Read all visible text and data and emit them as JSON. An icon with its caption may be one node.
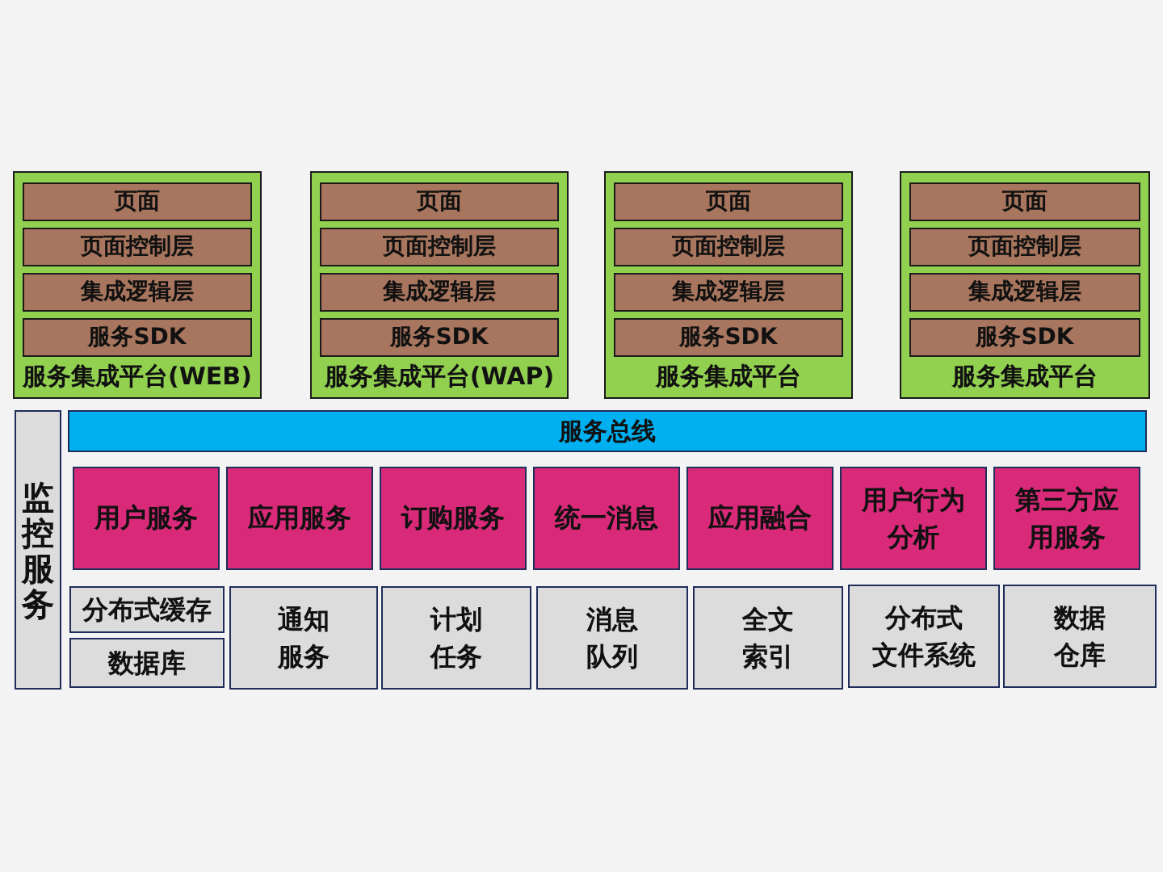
{
  "diagram": {
    "nodes": [
      {
        "text": [
          "服务集成平台(WEB)"
        ]
      },
      {
        "text": [
          "页面"
        ],
        "in": 0
      },
      {
        "text": [
          "页面控制层"
        ],
        "in": 0
      },
      {
        "text": [
          "集成逻辑层"
        ],
        "in": 0
      },
      {
        "text": [
          "服务SDK"
        ],
        "in": 0
      },
      {
        "text": [
          "服务集成平台(WAP)"
        ]
      },
      {
        "text": [
          "页面"
        ],
        "in": 5
      },
      {
        "text": [
          "页面控制层"
        ],
        "in": 5
      },
      {
        "text": [
          "集成逻辑层"
        ],
        "in": 5
      },
      {
        "text": [
          "服务SDK"
        ],
        "in": 5
      },
      {
        "text": [
          "服务集成平台"
        ]
      },
      {
        "text": [
          "页面"
        ],
        "in": 10
      },
      {
        "text": [
          "页面控制层"
        ],
        "in": 10
      },
      {
        "text": [
          "集成逻辑层"
        ],
        "in": 10
      },
      {
        "text": [
          "服务SDK"
        ],
        "in": 10
      },
      {
        "text": [
          "服务集成平台"
        ]
      },
      {
        "text": [
          "页面"
        ],
        "in": 15
      },
      {
        "text": [
          "页面控制层"
        ],
        "in": 15
      },
      {
        "text": [
          "集成逻辑层"
        ],
        "in": 15
      },
      {
        "text": [
          "服务SDK"
        ],
        "in": 15
      },
      {
        "text": [
          "监控服务"
        ]
      },
      {
        "text": [
          "服务总线"
        ]
      },
      {
        "text": [
          "用户服务"
        ]
      },
      {
        "text": [
          "应用服务"
        ]
      },
      {
        "text": [
          "订购服务"
        ]
      },
      {
        "text": [
          "统一消息"
        ]
      },
      {
        "text": [
          "应用融合"
        ]
      },
      {
        "text": [
          "用户行为分析"
        ]
      },
      {
        "text": [
          "第三方应用服务"
        ]
      },
      {
        "text": [
          "分布式缓存"
        ]
      },
      {
        "text": [
          "数据库"
        ]
      },
      {
        "text": [
          "通知服务"
        ]
      },
      {
        "text": [
          "计划任务"
        ]
      },
      {
        "text": [
          "消息队列"
        ]
      },
      {
        "text": [
          "全文索引"
        ]
      },
      {
        "text": [
          "分布式文件系统"
        ]
      },
      {
        "text": [
          "数据仓库"
        ]
      }
    ]
  }
}
